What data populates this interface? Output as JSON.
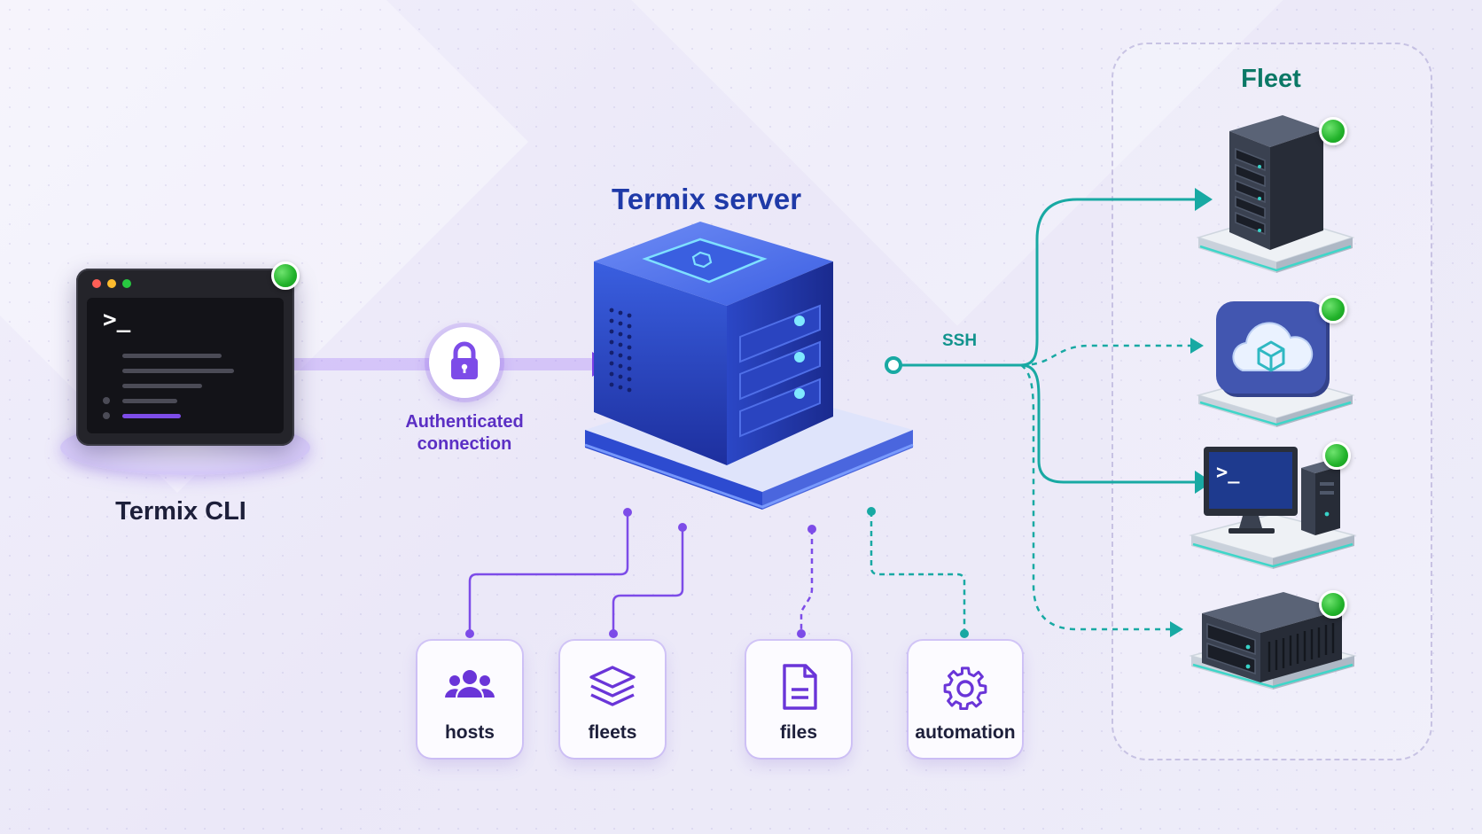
{
  "diagram": {
    "server_title": "Termix server",
    "cli_title": "Termix CLI",
    "fleet_title": "Fleet",
    "connection_label_line1": "Authenticated",
    "connection_label_line2": "connection",
    "ssh_label": "SSH",
    "cli_prompt": ">_",
    "cards": [
      {
        "label": "hosts",
        "icon": "users-icon"
      },
      {
        "label": "fleets",
        "icon": "layers-icon"
      },
      {
        "label": "files",
        "icon": "file-icon"
      },
      {
        "label": "automation",
        "icon": "gear-icon"
      }
    ],
    "fleet_nodes": [
      {
        "icon": "server-tower-icon",
        "status": "online"
      },
      {
        "icon": "cloud-box-icon",
        "status": "online"
      },
      {
        "icon": "desktop-terminal-icon",
        "status": "online"
      },
      {
        "icon": "server-rack-icon",
        "status": "online"
      }
    ],
    "colors": {
      "purple": "#7d4ce8",
      "teal": "#18a9a3",
      "server_blue": "#2d4fd0",
      "status_green": "#22b32b"
    }
  }
}
